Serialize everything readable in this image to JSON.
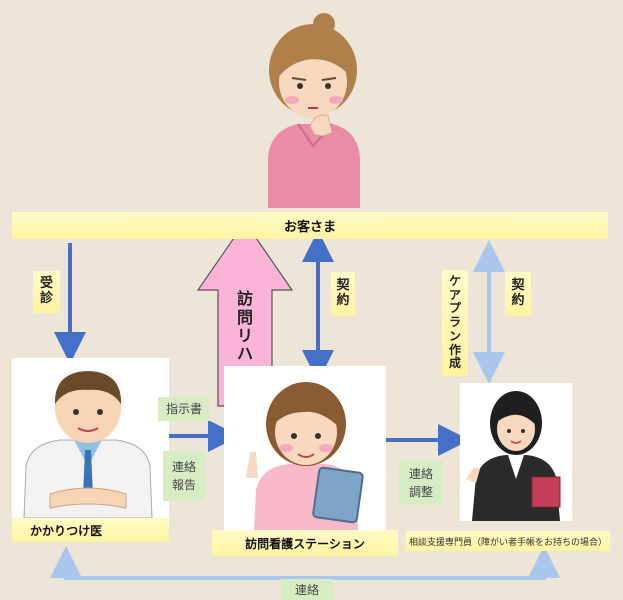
{
  "diagram": {
    "customer_label": "お客さま",
    "consult_label": [
      "受",
      "診"
    ],
    "rehab_label": [
      "訪",
      "問",
      "リ",
      "ハ"
    ],
    "contract_left_label": [
      "契",
      "約"
    ],
    "careplan_label": [
      "ケ",
      "ア",
      "プ",
      "ラ",
      "ン",
      "作",
      "成"
    ],
    "contract_right_label": [
      "契",
      "約"
    ],
    "instruction_label": "指示書",
    "report_label": [
      "連絡",
      "報告"
    ],
    "coord_label": [
      "連絡",
      "調整"
    ],
    "doctor_label": "かかりつけ医",
    "station_label": "訪問看護ステーション",
    "specialist_label": "相談支援専門員（障がい者手帳をお持ちの場合）",
    "bottom_label": "連絡"
  }
}
